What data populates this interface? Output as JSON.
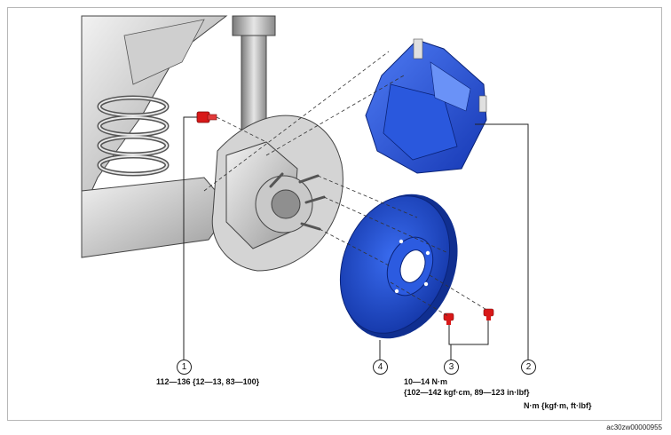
{
  "callouts": {
    "c1": "1",
    "c2": "2",
    "c3": "3",
    "c4": "4"
  },
  "torque": {
    "bolt1": "112—136 {12—13, 83—100}",
    "screw3_line1": "10—14 N·m",
    "screw3_line2": "{102—142 kgf·cm, 89—123 in·lbf}"
  },
  "units_note": "N·m {kgf·m, ft·lbf}",
  "figure_code": "ac30zw00000955",
  "colors": {
    "part_blue": "#1f4fd6",
    "bolt_red": "#d81818",
    "line": "#222222"
  }
}
